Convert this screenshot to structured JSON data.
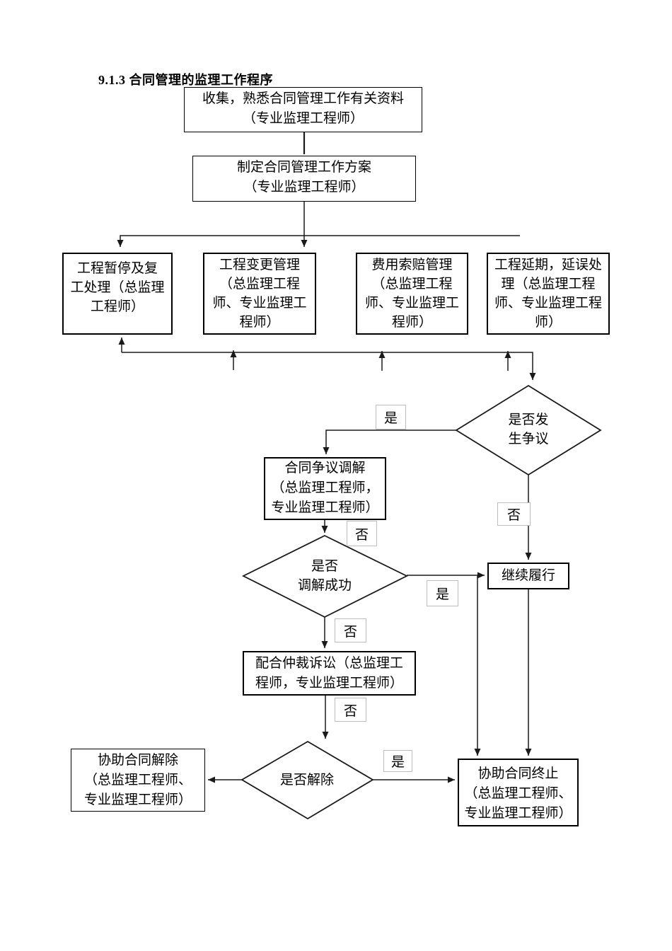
{
  "title": "9.1.3 合同管理的监理工作程序",
  "colors": {
    "background": "#ffffff",
    "line": "#1a1a1a",
    "box_border": "#000000",
    "branch_label_border": "#bdbdbd",
    "text": "#000000"
  },
  "flowchart": {
    "boxes": {
      "collect": "收集，熟悉合同管理工作有关资料\n（专业监理工程师）",
      "plan": "制定合同管理工作方案\n（专业监理工程师）",
      "suspend_resume": "工程暂停及复\n工处理（总监理\n工程师）",
      "change_mgmt": "工程变更管理\n（总监理工程\n师、专业监理工\n程师）",
      "claim_mgmt": "费用索赔管理\n（总监理工程\n师、专业监理工\n程师）",
      "delay_mgmt": "工程延期，延误处\n理（总监理工程\n师、专业监理工程\n师）",
      "mediation": "合同争议调解\n（总监理工程师，\n专业监理工程师）",
      "continue_perform": "继续履行",
      "arbitration": "配合仲裁诉讼（总监理工\n程师，专业监理工程师）",
      "assist_rescind": "协助合同解除\n（总监理工程师、\n专业监理工程师）",
      "assist_terminate": "协助合同终止\n（总监理工程师、\n专业监理工程师）"
    },
    "decisions": {
      "dispute": "是否发\n生争议",
      "mediation_success": "是否\n调解成功",
      "rescind": "是否解除"
    },
    "branch_labels": {
      "dispute_yes": "是",
      "dispute_no": "否",
      "mediation_in_no": "否",
      "mediation_yes": "是",
      "mediation_fail_no": "否",
      "arbitration_no": "否",
      "rescind_yes": "是"
    }
  }
}
